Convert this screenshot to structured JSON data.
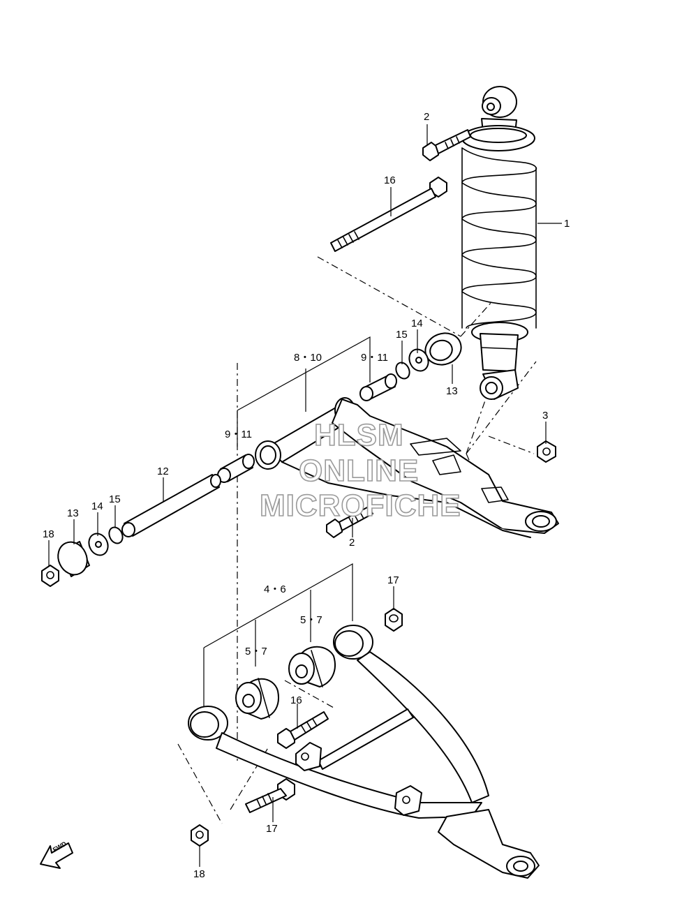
{
  "watermark": {
    "line1": "HLSM",
    "line2": "ONLINE",
    "line3": "MICROFICHE"
  },
  "fwd_label": "FWD",
  "callouts": {
    "c1": "1",
    "c2a": "2",
    "c2b": "2",
    "c3": "3",
    "c4_6": "4・6",
    "c5_7a": "5・7",
    "c5_7b": "5・7",
    "c8_10": "8・10",
    "c9_11a": "9・11",
    "c9_11b": "9・11",
    "c12": "12",
    "c13a": "13",
    "c13b": "13",
    "c14a": "14",
    "c14b": "14",
    "c15a": "15",
    "c15b": "15",
    "c16a": "16",
    "c16b": "16",
    "c17a": "17",
    "c17b": "17",
    "c18a": "18",
    "c18b": "18"
  },
  "colors": {
    "line": "#000000",
    "watermark_outline": "#9a9a9a",
    "background": "#ffffff"
  }
}
